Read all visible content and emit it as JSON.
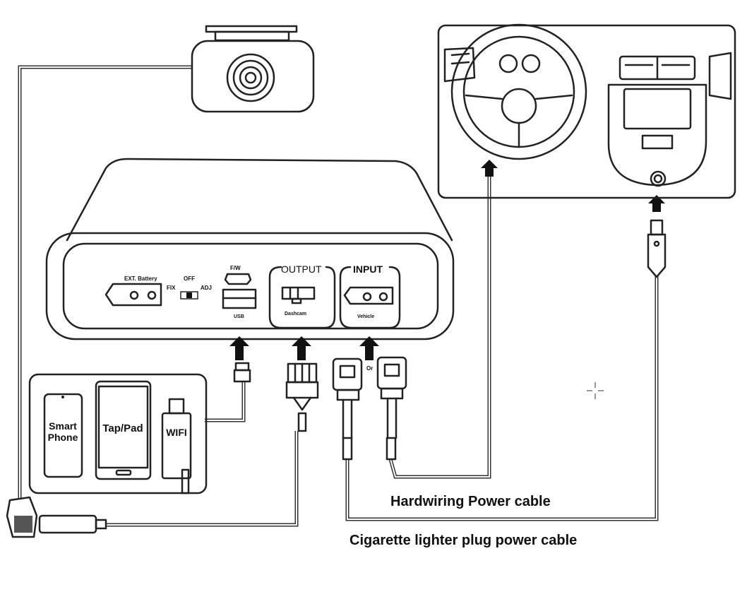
{
  "labels": {
    "ext_battery": "EXT. Battery",
    "off": "OFF",
    "fix": "FIX",
    "adj": "ADJ",
    "fw": "F/W",
    "usb": "USB",
    "output": "OUTPUT",
    "dashcam": "Dashcam",
    "input": "INPUT",
    "vehicle": "Vehicle",
    "or": "Or",
    "smart_phone_1": "Smart",
    "smart_phone_2": "Phone",
    "tab_pad": "Tap/Pad",
    "wifi": "WIFI",
    "hardwiring": "Hardwiring Power cable",
    "cigarette": "Cigarette lighter plug power cable"
  },
  "colors": {
    "line": "#222222",
    "background": "#ffffff"
  }
}
